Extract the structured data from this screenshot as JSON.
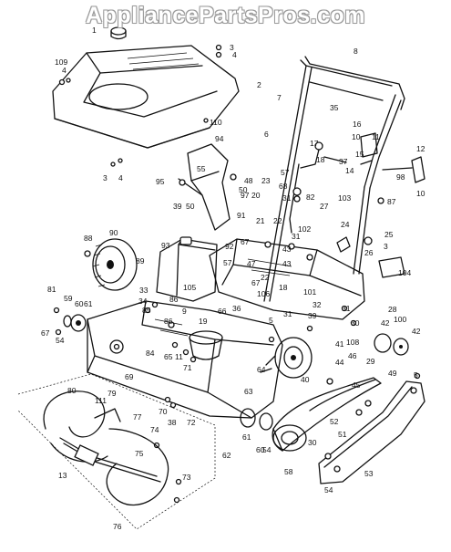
{
  "watermark": "AppliancePartsPros.com",
  "labels": [
    {
      "id": "1",
      "text": "1"
    },
    {
      "id": "2",
      "text": "2"
    },
    {
      "id": "3a",
      "text": "3"
    },
    {
      "id": "4a",
      "text": "4"
    },
    {
      "id": "109",
      "text": "109"
    },
    {
      "id": "4b",
      "text": "4"
    },
    {
      "id": "8",
      "text": "8"
    },
    {
      "id": "7",
      "text": "7"
    },
    {
      "id": "35",
      "text": "35"
    },
    {
      "id": "16",
      "text": "16"
    },
    {
      "id": "10a",
      "text": "10"
    },
    {
      "id": "11",
      "text": "11"
    },
    {
      "id": "6",
      "text": "6"
    },
    {
      "id": "17",
      "text": "17"
    },
    {
      "id": "18",
      "text": "18"
    },
    {
      "id": "37",
      "text": "37"
    },
    {
      "id": "15",
      "text": "15"
    },
    {
      "id": "14",
      "text": "14"
    },
    {
      "id": "57a",
      "text": "57"
    },
    {
      "id": "12",
      "text": "12"
    },
    {
      "id": "98",
      "text": "98"
    },
    {
      "id": "10b",
      "text": "10"
    },
    {
      "id": "110",
      "text": "110"
    },
    {
      "id": "94",
      "text": "94"
    },
    {
      "id": "3b",
      "text": "3"
    },
    {
      "id": "4c",
      "text": "4"
    },
    {
      "id": "55",
      "text": "55"
    },
    {
      "id": "48",
      "text": "48"
    },
    {
      "id": "95",
      "text": "95"
    },
    {
      "id": "50a",
      "text": "50"
    },
    {
      "id": "97",
      "text": "97"
    },
    {
      "id": "39a",
      "text": "39"
    },
    {
      "id": "50b",
      "text": "50"
    },
    {
      "id": "23",
      "text": "23"
    },
    {
      "id": "20",
      "text": "20"
    },
    {
      "id": "68",
      "text": "68"
    },
    {
      "id": "31a",
      "text": "31"
    },
    {
      "id": "82",
      "text": "82"
    },
    {
      "id": "27",
      "text": "27"
    },
    {
      "id": "103",
      "text": "103"
    },
    {
      "id": "87",
      "text": "87"
    },
    {
      "id": "91",
      "text": "91"
    },
    {
      "id": "21",
      "text": "21"
    },
    {
      "id": "22a",
      "text": "22"
    },
    {
      "id": "102",
      "text": "102"
    },
    {
      "id": "24",
      "text": "24"
    },
    {
      "id": "25",
      "text": "25"
    },
    {
      "id": "31b",
      "text": "31"
    },
    {
      "id": "90",
      "text": "90"
    },
    {
      "id": "93",
      "text": "93"
    },
    {
      "id": "92",
      "text": "92"
    },
    {
      "id": "3c",
      "text": "3"
    },
    {
      "id": "88",
      "text": "88"
    },
    {
      "id": "67a",
      "text": "67"
    },
    {
      "id": "43a",
      "text": "43"
    },
    {
      "id": "26",
      "text": "26"
    },
    {
      "id": "57b",
      "text": "57"
    },
    {
      "id": "43b",
      "text": "43"
    },
    {
      "id": "89",
      "text": "89"
    },
    {
      "id": "104",
      "text": "104"
    },
    {
      "id": "47",
      "text": "47"
    },
    {
      "id": "67b",
      "text": "67"
    },
    {
      "id": "22b",
      "text": "22"
    },
    {
      "id": "18b",
      "text": "18"
    },
    {
      "id": "101",
      "text": "101"
    },
    {
      "id": "105",
      "text": "105"
    },
    {
      "id": "106",
      "text": "106"
    },
    {
      "id": "28",
      "text": "28"
    },
    {
      "id": "81",
      "text": "81"
    },
    {
      "id": "33",
      "text": "33"
    },
    {
      "id": "34",
      "text": "34"
    },
    {
      "id": "86a",
      "text": "86"
    },
    {
      "id": "59",
      "text": "59"
    },
    {
      "id": "60a",
      "text": "60"
    },
    {
      "id": "61a",
      "text": "61"
    },
    {
      "id": "85",
      "text": "85"
    },
    {
      "id": "9",
      "text": "9"
    },
    {
      "id": "66",
      "text": "66"
    },
    {
      "id": "36",
      "text": "36"
    },
    {
      "id": "32",
      "text": "32"
    },
    {
      "id": "31c",
      "text": "31"
    },
    {
      "id": "31d",
      "text": "31"
    },
    {
      "id": "30",
      "text": "30"
    },
    {
      "id": "86b",
      "text": "86"
    },
    {
      "id": "19",
      "text": "19"
    },
    {
      "id": "5a",
      "text": "5"
    },
    {
      "id": "39b",
      "text": "39"
    },
    {
      "id": "42a",
      "text": "42"
    },
    {
      "id": "67c",
      "text": "67"
    },
    {
      "id": "54a",
      "text": "54"
    },
    {
      "id": "41",
      "text": "41"
    },
    {
      "id": "100",
      "text": "100"
    },
    {
      "id": "42b",
      "text": "42"
    },
    {
      "id": "84",
      "text": "84"
    },
    {
      "id": "65",
      "text": "65"
    },
    {
      "id": "11b",
      "text": "11"
    },
    {
      "id": "108",
      "text": "108"
    },
    {
      "id": "46",
      "text": "46"
    },
    {
      "id": "29",
      "text": "29"
    },
    {
      "id": "69",
      "text": "69"
    },
    {
      "id": "71",
      "text": "71"
    },
    {
      "id": "64",
      "text": "64"
    },
    {
      "id": "44",
      "text": "44"
    },
    {
      "id": "49",
      "text": "49"
    },
    {
      "id": "5b",
      "text": "5"
    },
    {
      "id": "70",
      "text": "70"
    },
    {
      "id": "63",
      "text": "63"
    },
    {
      "id": "40",
      "text": "40"
    },
    {
      "id": "45",
      "text": "45"
    },
    {
      "id": "80",
      "text": "80"
    },
    {
      "id": "111",
      "text": "111"
    },
    {
      "id": "79",
      "text": "79"
    },
    {
      "id": "38",
      "text": "38"
    },
    {
      "id": "72",
      "text": "72"
    },
    {
      "id": "52",
      "text": "52"
    },
    {
      "id": "77",
      "text": "77"
    },
    {
      "id": "51",
      "text": "51"
    },
    {
      "id": "74",
      "text": "74"
    },
    {
      "id": "61b",
      "text": "61"
    },
    {
      "id": "60b",
      "text": "60"
    },
    {
      "id": "54b",
      "text": "54"
    },
    {
      "id": "75",
      "text": "75"
    },
    {
      "id": "62",
      "text": "62"
    },
    {
      "id": "30b",
      "text": "30"
    },
    {
      "id": "13",
      "text": "13"
    },
    {
      "id": "53",
      "text": "53"
    },
    {
      "id": "58",
      "text": "58"
    },
    {
      "id": "73",
      "text": "73"
    },
    {
      "id": "54c",
      "text": "54"
    },
    {
      "id": "76",
      "text": "76"
    }
  ]
}
